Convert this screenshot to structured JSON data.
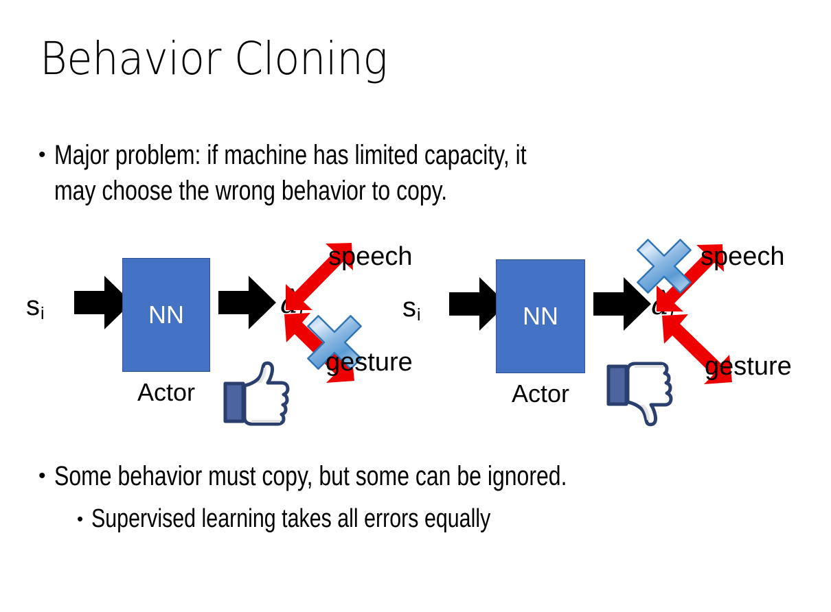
{
  "slide": {
    "title": "Behavior Cloning",
    "background_color": "#FFFFFF",
    "text_color": "#000000"
  },
  "bullets": [
    {
      "level": 1,
      "marker": "•",
      "text": "Major problem: if machine has limited capacity, it\nmay choose the wrong behavior to copy."
    },
    {
      "level": 1,
      "marker": "•",
      "text": "Some behavior must copy, but some can be ignored."
    },
    {
      "level": 2,
      "marker": "•",
      "text": "Supervised learning takes all errors equally"
    }
  ],
  "colors": {
    "nn_box_fill": "#4472C4",
    "nn_box_border": "#2F528F",
    "nn_box_text": "#FFFFFF",
    "arrow_black": "#000000",
    "arrow_red": "#EE0000",
    "cross_blue_light": "#CFE2F7",
    "cross_blue_mid": "#6EA8DC",
    "cross_blue_dark": "#2E74B5",
    "thumb_navy": "#3B5998",
    "thumb_fill": "#FFFFFF",
    "thumb_shadow": "#E3E3E3"
  },
  "diagrams": [
    {
      "id": "left",
      "input_label": "s",
      "input_subscript": "i",
      "box_label": "NN",
      "box_caption": "Actor",
      "output_label": "â",
      "output_subscript": "i",
      "outputs": [
        {
          "name": "speech",
          "crossed_out": false
        },
        {
          "name": "gesture",
          "crossed_out": true
        }
      ],
      "verdict_icon": "thumbs-up-icon",
      "verdict": "approved"
    },
    {
      "id": "right",
      "input_label": "s",
      "input_subscript": "i",
      "box_label": "NN",
      "box_caption": "Actor",
      "output_label": "â",
      "output_subscript": "i",
      "outputs": [
        {
          "name": "speech",
          "crossed_out": true
        },
        {
          "name": "gesture",
          "crossed_out": false
        }
      ],
      "verdict_icon": "thumbs-down-icon",
      "verdict": "rejected"
    }
  ]
}
